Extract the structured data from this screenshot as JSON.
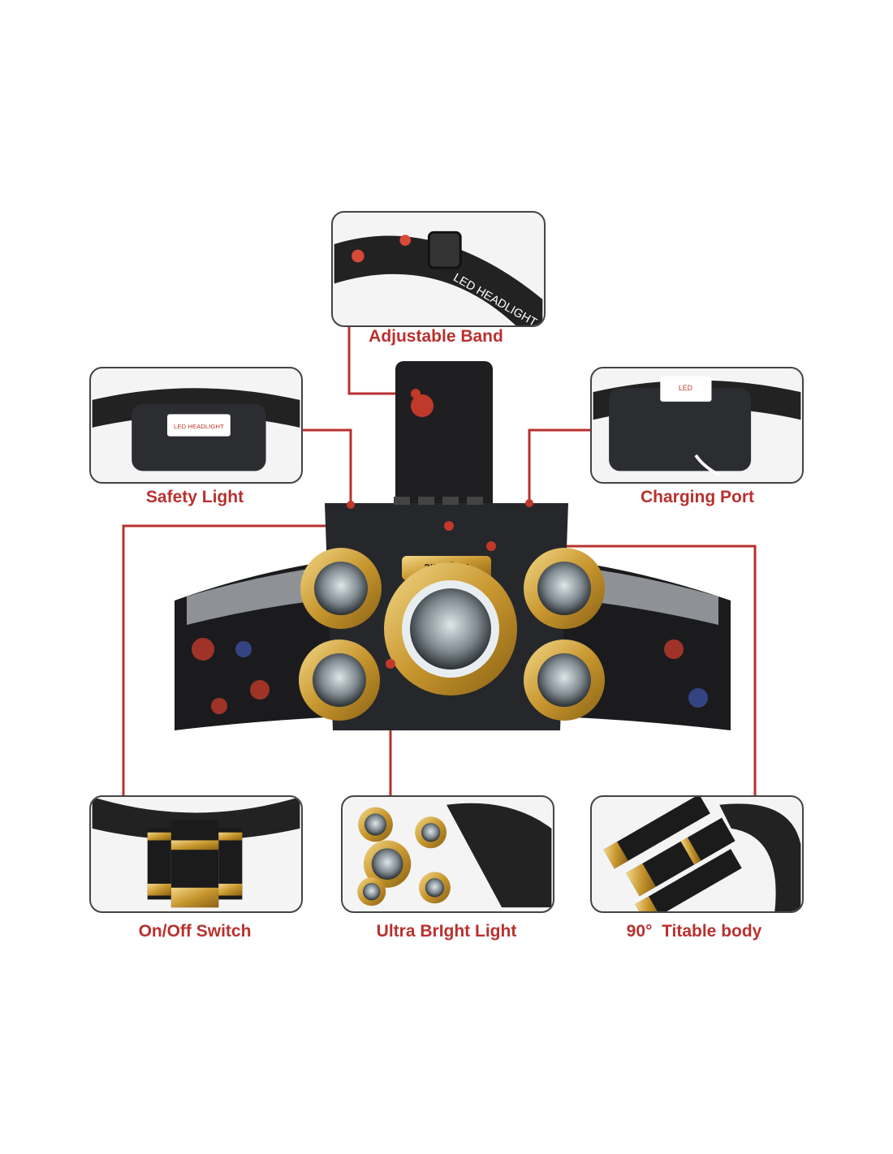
{
  "accent_color": "#b8312f",
  "callouts": [
    {
      "label": "Adjustable Band",
      "icon": "headband-adjuster"
    },
    {
      "label": "Safety Light",
      "icon": "rear-safety-light"
    },
    {
      "label": "Charging Port",
      "icon": "usb-charging-port"
    },
    {
      "label": "On/Off Switch",
      "icon": "power-switch"
    },
    {
      "label": "Ultra BrIght Light",
      "icon": "led-lamps"
    },
    {
      "label": "90°  Titable body",
      "icon": "tilt-body"
    }
  ],
  "product_text": {
    "band_print": "LED HEADLIGHT",
    "battery_print": "LED HEADLIGHT",
    "brand": "Aoglenic"
  }
}
